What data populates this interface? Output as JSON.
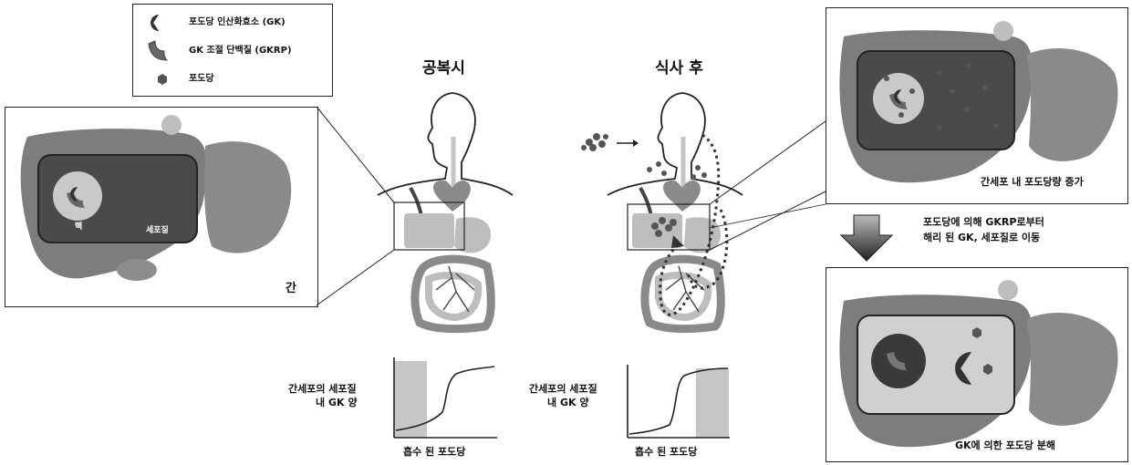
{
  "legend": {
    "items": [
      {
        "icon": "glucokinase-icon",
        "label": "포도당 인산화효소 (GK)"
      },
      {
        "icon": "gkrp-icon",
        "label": "GK 조절 단백질 (GKRP)"
      },
      {
        "icon": "glucose-icon",
        "label": "포도당"
      }
    ]
  },
  "titles": {
    "fasting": "공복시",
    "after_meal": "식사 후"
  },
  "left_liver": {
    "nucleus_label": "핵",
    "cytoplasm_label": "세포질",
    "liver_label": "간"
  },
  "right_top": {
    "caption": "간세포 내 포도당량 증가"
  },
  "arrow_text": {
    "line1": "포도당에 의해 GKRP로부터",
    "line2": "해리 된 GK, 세포질로 이동"
  },
  "right_bottom": {
    "caption": "GK에 의한 포도당 분해"
  },
  "graphs": {
    "ylabel_line1": "간세포의 세포질",
    "ylabel_line2": "내 GK 양",
    "xlabel": "흡수 된 포도당"
  },
  "colors": {
    "liver": "#7d7d7d",
    "cytoplasm": "#4a4a4a",
    "gallbladder": "#bdbdbd",
    "shading": "#c6c6c6",
    "line": "#222222"
  }
}
